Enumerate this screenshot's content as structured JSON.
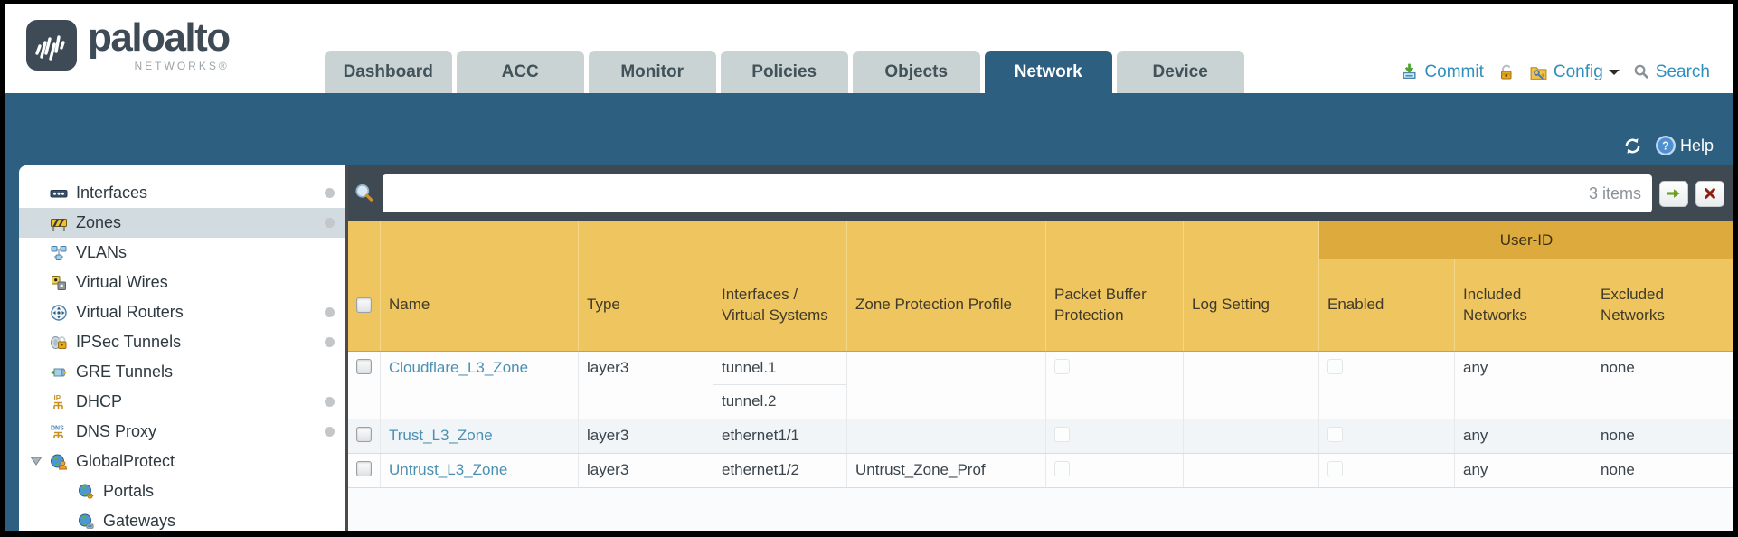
{
  "brand": {
    "name": "paloalto",
    "sub": "NETWORKS®"
  },
  "nav": {
    "tabs": [
      {
        "label": "Dashboard",
        "active": false
      },
      {
        "label": "ACC",
        "active": false
      },
      {
        "label": "Monitor",
        "active": false
      },
      {
        "label": "Policies",
        "active": false
      },
      {
        "label": "Objects",
        "active": false
      },
      {
        "label": "Network",
        "active": true
      },
      {
        "label": "Device",
        "active": false
      }
    ]
  },
  "utilities": {
    "commit": "Commit",
    "config": "Config",
    "search": "Search"
  },
  "band": {
    "help": "Help"
  },
  "toolbar": {
    "count": "3 items"
  },
  "sidebar": {
    "items": [
      {
        "label": "Interfaces",
        "icon": "interfaces-icon",
        "selected": false,
        "dot": true,
        "indent": false,
        "expander": false
      },
      {
        "label": "Zones",
        "icon": "zones-icon",
        "selected": true,
        "dot": true,
        "indent": false,
        "expander": false
      },
      {
        "label": "VLANs",
        "icon": "vlans-icon",
        "selected": false,
        "dot": false,
        "indent": false,
        "expander": false
      },
      {
        "label": "Virtual Wires",
        "icon": "virtual-wires-icon",
        "selected": false,
        "dot": false,
        "indent": false,
        "expander": false
      },
      {
        "label": "Virtual Routers",
        "icon": "virtual-routers-icon",
        "selected": false,
        "dot": true,
        "indent": false,
        "expander": false
      },
      {
        "label": "IPSec Tunnels",
        "icon": "ipsec-tunnels-icon",
        "selected": false,
        "dot": true,
        "indent": false,
        "expander": false
      },
      {
        "label": "GRE Tunnels",
        "icon": "gre-tunnels-icon",
        "selected": false,
        "dot": false,
        "indent": false,
        "expander": false
      },
      {
        "label": "DHCP",
        "icon": "dhcp-icon",
        "selected": false,
        "dot": true,
        "indent": false,
        "expander": false
      },
      {
        "label": "DNS Proxy",
        "icon": "dns-proxy-icon",
        "selected": false,
        "dot": true,
        "indent": false,
        "expander": false
      },
      {
        "label": "GlobalProtect",
        "icon": "globalprotect-icon",
        "selected": false,
        "dot": false,
        "indent": false,
        "expander": true
      },
      {
        "label": "Portals",
        "icon": "portals-icon",
        "selected": false,
        "dot": false,
        "indent": true,
        "expander": false
      },
      {
        "label": "Gateways",
        "icon": "gateways-icon",
        "selected": false,
        "dot": false,
        "indent": true,
        "expander": false
      }
    ]
  },
  "table": {
    "group_header": "User-ID",
    "columns": {
      "name": "Name",
      "type": "Type",
      "interfaces": "Interfaces / Virtual Systems",
      "zone_protection": "Zone Protection Profile",
      "packet_buffer": "Packet Buffer Protection",
      "log_setting": "Log Setting",
      "enabled": "Enabled",
      "included": "Included Networks",
      "excluded": "Excluded Networks"
    },
    "rows": [
      {
        "name": "Cloudflare_L3_Zone",
        "type": "layer3",
        "interfaces": [
          "tunnel.1",
          "tunnel.2"
        ],
        "zone_protection_profile": "",
        "log_setting": "",
        "included_networks": "any",
        "excluded_networks": "none"
      },
      {
        "name": "Trust_L3_Zone",
        "type": "layer3",
        "interfaces": [
          "ethernet1/1"
        ],
        "zone_protection_profile": "",
        "log_setting": "",
        "included_networks": "any",
        "excluded_networks": "none"
      },
      {
        "name": "Untrust_L3_Zone",
        "type": "layer3",
        "interfaces": [
          "ethernet1/2"
        ],
        "zone_protection_profile": "Untrust_Zone_Prof",
        "log_setting": "",
        "included_networks": "any",
        "excluded_networks": "none"
      }
    ]
  },
  "colors": {
    "header_orange": "#eec55e",
    "group_orange": "#dcaa3d",
    "teal": "#2d6080",
    "slate": "#3e4951",
    "link_blue": "#4a90b2",
    "topnav_blue": "#2e8fbe",
    "selected_sidebar": "#d2dbe0"
  }
}
